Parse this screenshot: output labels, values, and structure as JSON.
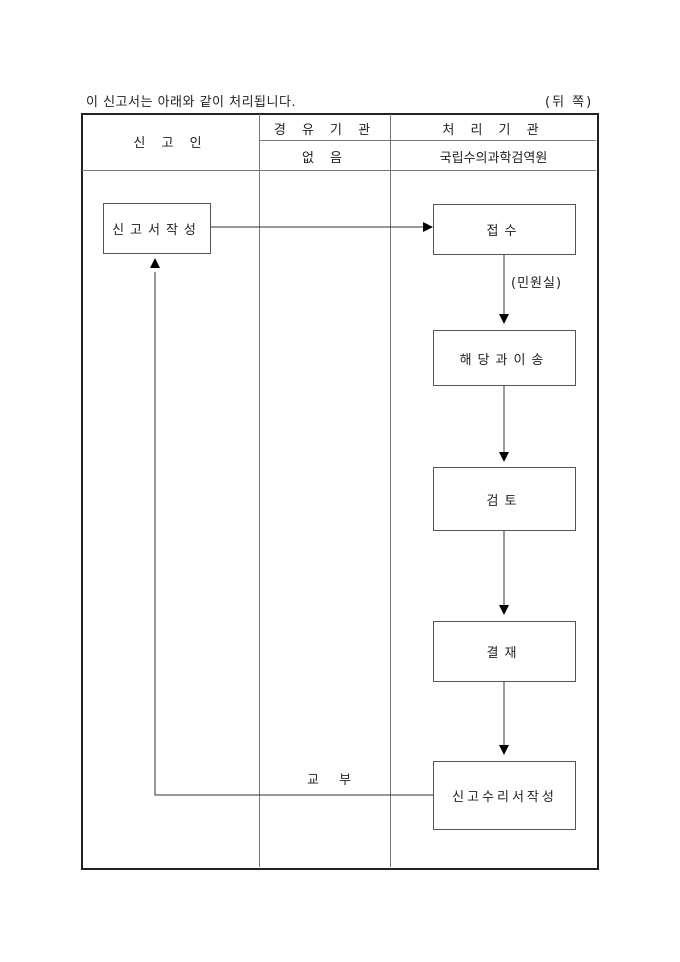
{
  "caption": "이 신고서는 아래와 같이 처리됩니다.",
  "page_side": "(뒤 쪽)",
  "header": {
    "applicant": "신 고 인",
    "via_agency": "경 유 기 관",
    "via_agency_value": "없 음",
    "processing_agency": "처 리 기 관",
    "processing_agency_value": "국립수의과학검역원"
  },
  "steps": [
    {
      "id": "write-report",
      "label": "신고서작성",
      "lane": "applicant"
    },
    {
      "id": "receipt",
      "label": "접수",
      "lane": "processing"
    },
    {
      "id": "transfer",
      "label": "해당과이송",
      "lane": "processing"
    },
    {
      "id": "review",
      "label": "검토",
      "lane": "processing"
    },
    {
      "id": "approval",
      "label": "결재",
      "lane": "processing"
    },
    {
      "id": "acceptance-doc",
      "label": "신고수리서작성",
      "lane": "processing"
    }
  ],
  "edge_labels": {
    "receipt_to_transfer": "(민원실)",
    "return_to_applicant": "교 부"
  }
}
